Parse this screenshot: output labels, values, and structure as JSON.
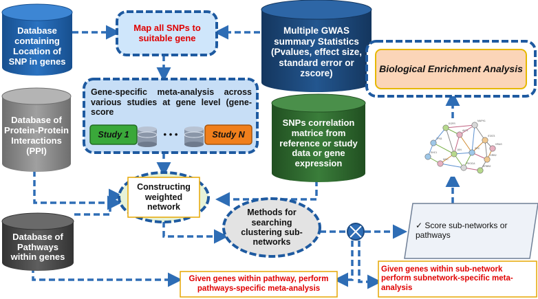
{
  "nodes": {
    "db_snp": "Database containing Location of SNP in genes",
    "map_snps": "Map all SNPs to suitable gene",
    "gwas": "Multiple GWAS summary Statistics (Pvalues, effect size, standard error or zscore)",
    "bio_enrichment": "Biological Enrichment Analysis",
    "gene_meta": "Gene-specific meta-analysis across various studies at gene level (gene-score",
    "study_1": "Study 1",
    "study_dots": "• • •",
    "study_n": "Study N",
    "db_ppi": "Database of Protein-Protein Interactions (PPI)",
    "snp_corr": "SNPs correlation matrice from reference or study data or gene expression",
    "weighted_network": "Constructing weighted network",
    "db_pathways": "Database of Pathways within genes",
    "methods": "Methods for searching clustering sub-networks",
    "score_subnetworks": "✓ Score sub-networks or pathways",
    "pathway_meta": "Given genes within pathway, perform pathways-specific meta-analysis",
    "subnetwork_meta": "Given genes within sub-network perform subnetwork-specific meta-analysis"
  },
  "network_labels": [
    "TP53",
    "EGFR",
    "AKT1",
    "MAPK1",
    "STAT3",
    "SRC",
    "JUN",
    "MYC",
    "PIK3CA",
    "GRB2",
    "SHC1",
    "ERBB2",
    "HRAS"
  ],
  "colors": {
    "blue_cyl": "#1d5fa6",
    "gray_cyl": "#8a8a8a",
    "green_cyl": "#2f6a2f",
    "dark_cyl": "#4a4a4a",
    "dash_blue": "#2e6db5",
    "red_text": "#e00000"
  }
}
